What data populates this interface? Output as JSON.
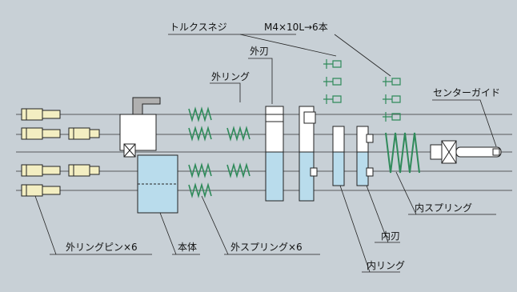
{
  "labels": {
    "torque_screw": "トルクスネジ",
    "screw_spec": "M4×10L→6本",
    "outer_blade": "外刃",
    "outer_ring": "外リング",
    "center_guide": "センターガイド",
    "inner_spring": "内スプリング",
    "inner_blade": "内刃",
    "inner_ring": "内リング",
    "outer_ring_pin": "外リングピン×6",
    "body": "本体",
    "outer_spring": "外スプリング×6"
  },
  "colors": {
    "background": "#c8d0d6",
    "part_fill": "#ffffff",
    "part_blue": "#b9dcec",
    "pin_yellow": "#f3eec2",
    "body_gray": "#b0b0b0",
    "spring_green": "#2f8a5a",
    "line": "#222222"
  }
}
